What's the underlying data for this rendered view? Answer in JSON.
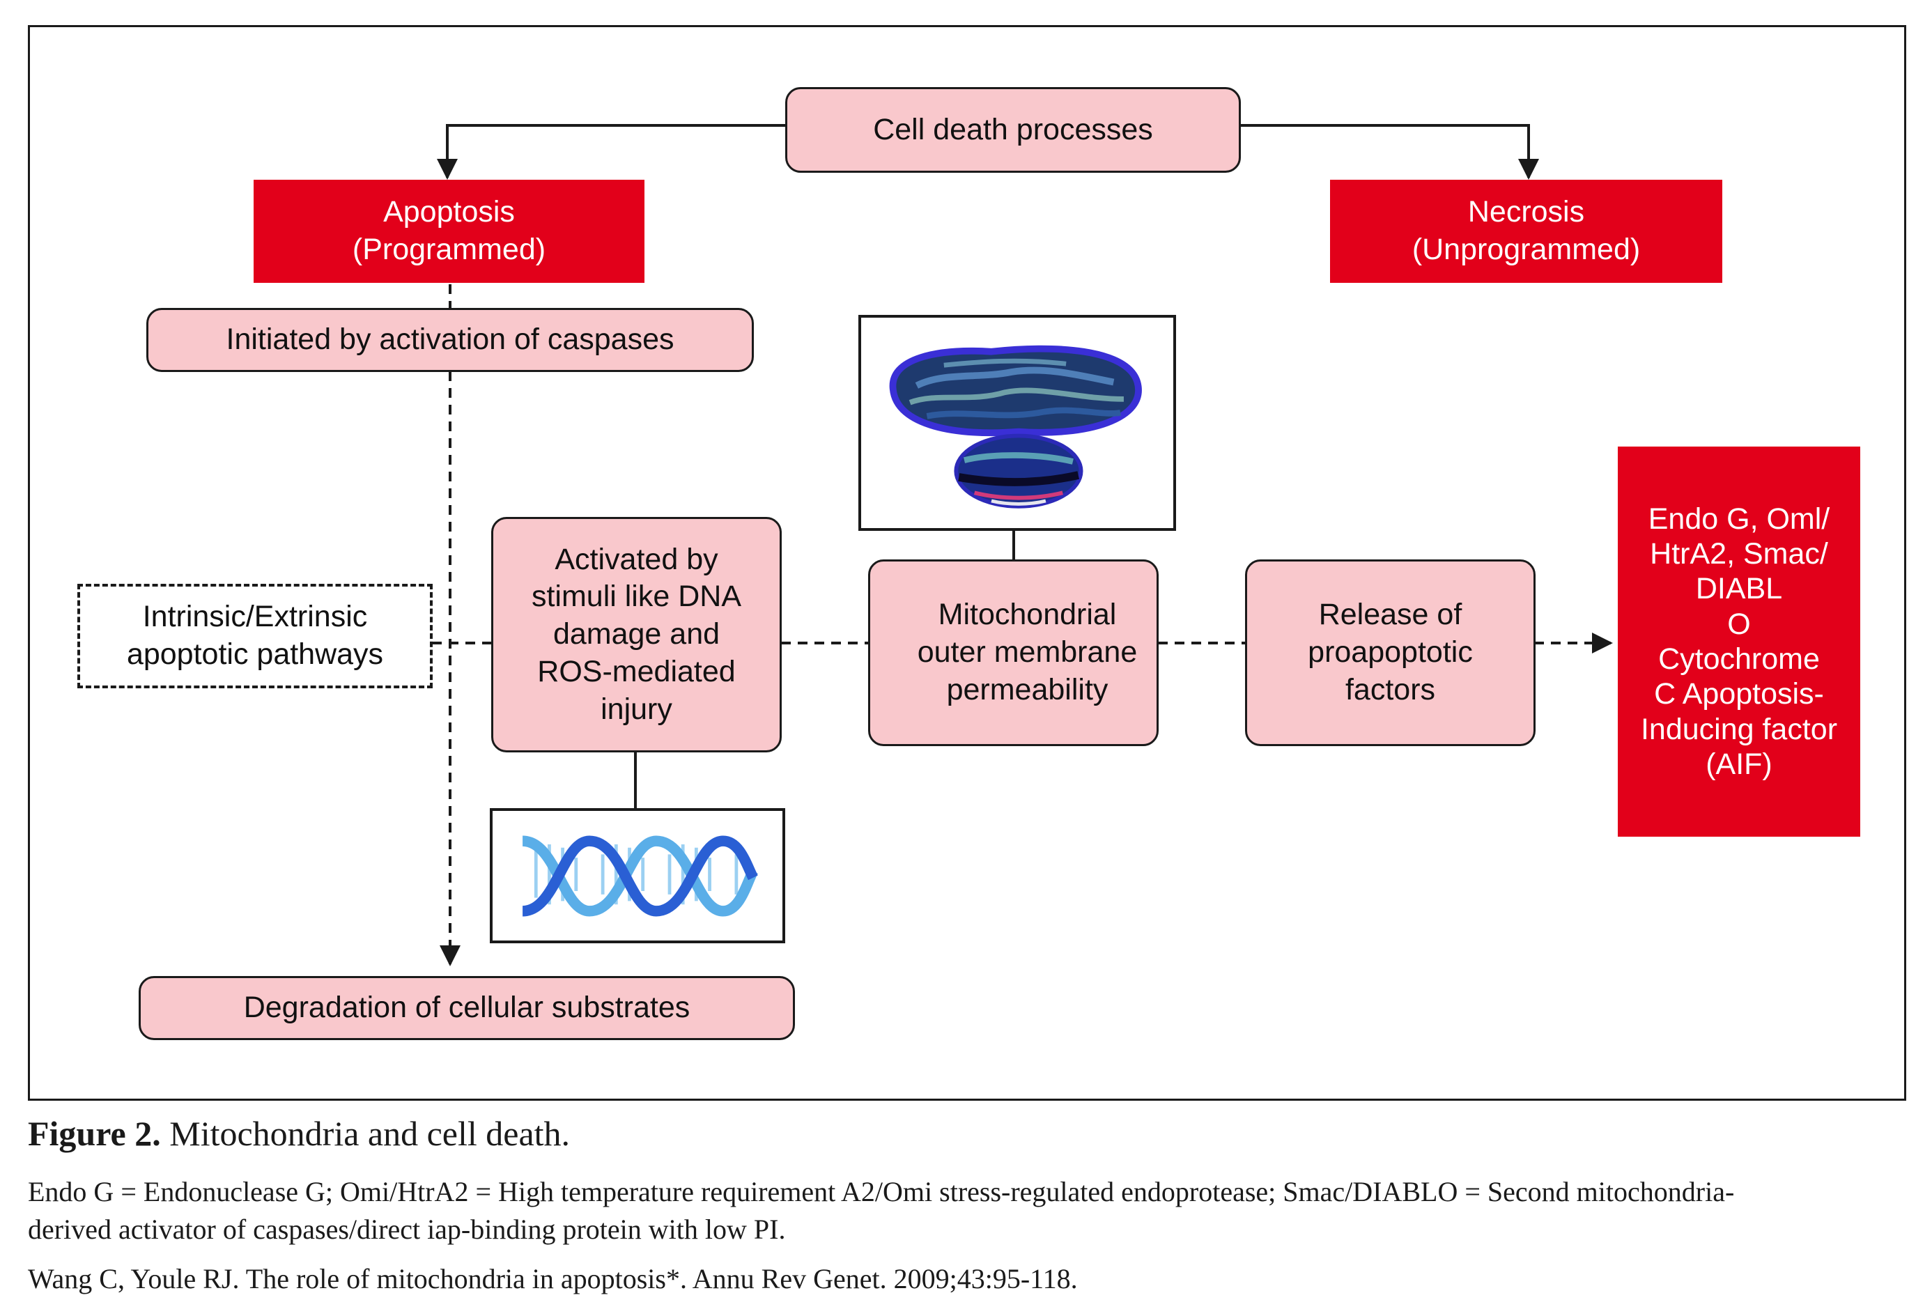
{
  "diagram": {
    "root": "Cell death processes",
    "apoptosis": {
      "line1": "Apoptosis",
      "line2": "(Programmed)"
    },
    "necrosis": {
      "line1": "Necrosis",
      "line2": "(Unprogrammed)"
    },
    "initiated": "Initiated by activation of caspases",
    "pathways": {
      "line1": "Intrinsic/Extrinsic",
      "line2": "apoptotic pathways"
    },
    "activated": {
      "line1": "Activated by",
      "line2": "stimuli like DNA",
      "line3": "damage and",
      "line4": "ROS-mediated",
      "line5": "injury"
    },
    "mitochondrial": {
      "line1": "Mitochondrial",
      "line2": "outer membrane",
      "line3": "permeability"
    },
    "release": {
      "line1": "Release of",
      "line2": "proapoptotic",
      "line3": "factors"
    },
    "factors": {
      "line1": "Endo G, Oml/",
      "line2": "HtrA2, Smac/",
      "line3": "DIABL",
      "line4": "O",
      "line5": "Cytochrome",
      "line6": "C Apoptosis-",
      "line7": "Inducing factor",
      "line8": "(AIF)"
    },
    "degradation": "Degradation of cellular substrates",
    "colors": {
      "pink_box": "#f9c8cc",
      "red_box": "#e2001a",
      "outline": "#1a1a1a"
    },
    "icons": [
      "mitochondria-illustration",
      "dna-helix-illustration"
    ]
  },
  "caption": {
    "figure_label": "Figure 2.",
    "title": "Mitochondria and cell death.",
    "abbreviations_line1": "Endo G = Endonuclease G; Omi/HtrA2 = High temperature requirement A2/Omi stress-regulated endoprotease; Smac/DIABLO = Second mitochondria-",
    "abbreviations_line2": "derived activator of caspases/direct iap-binding protein with low PI.",
    "reference": "Wang C, Youle RJ. The role of mitochondria in apoptosis*. Annu Rev Genet. 2009;43:95-118."
  }
}
